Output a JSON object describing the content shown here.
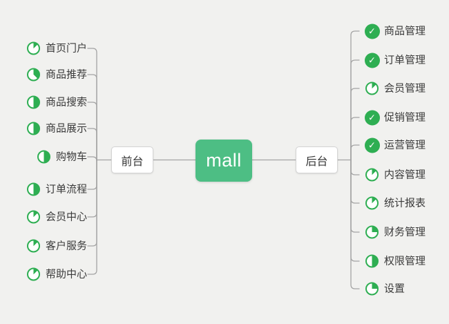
{
  "colors": {
    "background": "#f1f1ef",
    "icon_green": "#2eae52",
    "center_node_green": "#4dbe84",
    "connector_gray": "#a3a3a3",
    "branch_node_bg": "#ffffff",
    "label_text": "#3a3a3a"
  },
  "icons": {
    "check_glyph": "✓",
    "done_icon_name": "check-icon",
    "progress_icon_name": "pie-progress-icon"
  },
  "center": {
    "label": "mall"
  },
  "branches": {
    "front": {
      "label": "前台",
      "items": [
        {
          "label": "首页门户",
          "progress": 0.125
        },
        {
          "label": "商品推荐",
          "progress": 0.375
        },
        {
          "label": "商品搜索",
          "progress": 0.5
        },
        {
          "label": "商品展示",
          "progress": 0.5
        },
        {
          "label": "购物车",
          "progress": 0.5
        },
        {
          "label": "订单流程",
          "progress": 0.5
        },
        {
          "label": "会员中心",
          "progress": 0.125
        },
        {
          "label": "客户服务",
          "progress": 0.125
        },
        {
          "label": "帮助中心",
          "progress": 0.125
        }
      ]
    },
    "back": {
      "label": "后台",
      "items": [
        {
          "label": "商品管理",
          "progress": 1
        },
        {
          "label": "订单管理",
          "progress": 1
        },
        {
          "label": "会员管理",
          "progress": 0.125
        },
        {
          "label": "促销管理",
          "progress": 1
        },
        {
          "label": "运营管理",
          "progress": 1
        },
        {
          "label": "内容管理",
          "progress": 0.125
        },
        {
          "label": "统计报表",
          "progress": 0.125
        },
        {
          "label": "财务管理",
          "progress": 0.25
        },
        {
          "label": "权限管理",
          "progress": 0.5
        },
        {
          "label": "设置",
          "progress": 0.25
        }
      ]
    }
  }
}
